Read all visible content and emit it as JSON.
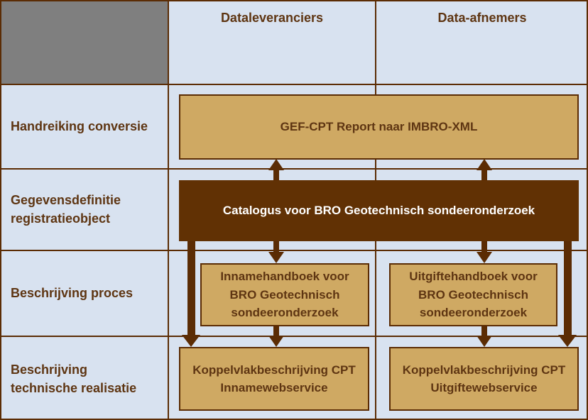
{
  "colors": {
    "background": "#d8e2f0",
    "gray": "#7f7f7f",
    "grid": "#5b2c04",
    "tan_fill": "#cfa963",
    "dark_brown": "#613104",
    "text_brown": "#5e3512",
    "white_text": "#ffffff"
  },
  "matrix": {
    "column_headers": [
      {
        "label": "Dataleveranciers"
      },
      {
        "label": "Data-afnemers"
      }
    ],
    "row_headers": [
      "Handreiking conversie",
      "Gegevensdefinitie registratieobject",
      "Beschrijving proces",
      "Beschrijving technische realisatie"
    ]
  },
  "boxes": {
    "handreiking": {
      "label": "GEF-CPT Report naar IMBRO-XML"
    },
    "catalogus": {
      "label": "Catalogus voor BRO Geotechnisch sondeeronderzoek"
    },
    "inname_handboek": {
      "label": "Innamehandboek voor BRO Geotechnisch sondeeronderzoek"
    },
    "uitgifte_handboek": {
      "label": "Uitgiftehandboek voor BRO Geotechnisch sondeeronderzoek"
    },
    "koppelvlak_inname": {
      "label": "Koppelvlakbeschrijving CPT Innamewebservice"
    },
    "koppelvlak_uitgifte": {
      "label": "Koppelvlakbeschrijving CPT Uitgiftewebservice"
    }
  }
}
